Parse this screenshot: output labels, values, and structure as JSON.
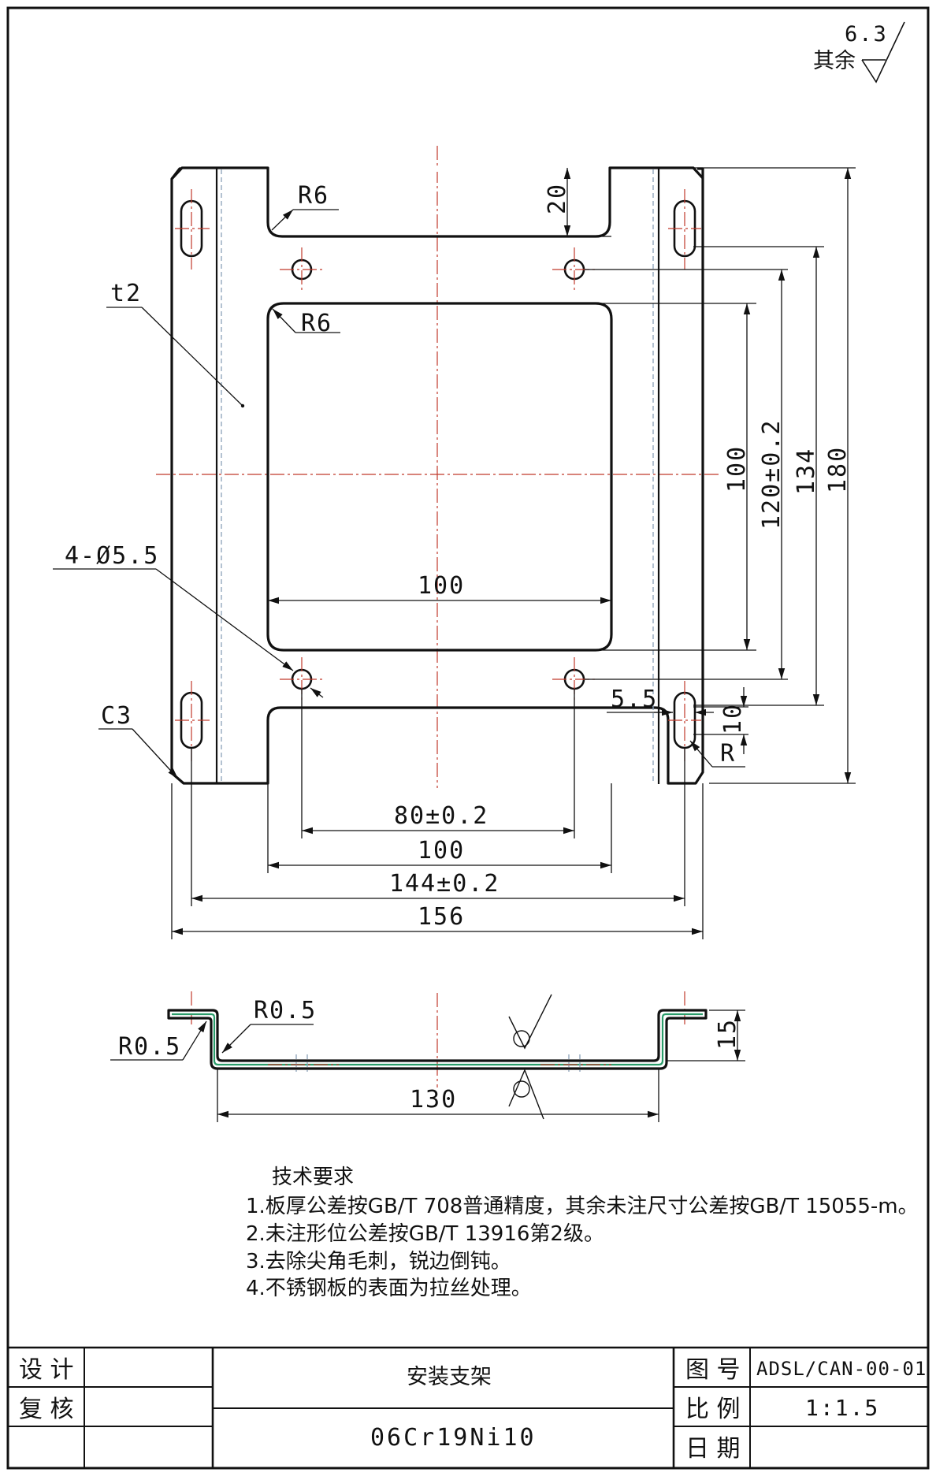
{
  "surface_finish": {
    "value": "6.3",
    "label": "其余"
  },
  "plan_view": {
    "labels": {
      "r6_top": "R6",
      "r6_window": "R6",
      "thickness": "t2",
      "holes": "4-Ø5.5",
      "chamfer": "C3",
      "r_slot": "R",
      "slot_width": "5.5"
    },
    "dims": {
      "tab_height": "20",
      "slot_length": "10",
      "window_width": "100",
      "window_height": "100",
      "hole_pitch_v": "120±0.2",
      "slot_pitch_v": "134",
      "overall_height": "180",
      "hole_pitch_h": "80±0.2",
      "tab_width": "100",
      "slot_pitch_h": "144±0.2",
      "overall_width": "156"
    }
  },
  "side_view": {
    "labels": {
      "r_outer": "R0.5",
      "r_inner": "R0.5"
    },
    "dims": {
      "inner_length": "130",
      "flange_height": "15"
    }
  },
  "tech_notes": {
    "title": "技术要求",
    "items": [
      "1.板厚公差按GB/T 708普通精度，其余未注尺寸公差按GB/T 15055-m。",
      "2.未注形位公差按GB/T 13916第2级。",
      "3.去除尖角毛刺，锐边倒钝。",
      "4.不锈钢板的表面为拉丝处理。"
    ]
  },
  "title_block": {
    "design_label": "设 计",
    "review_label": "复 核",
    "part_name": "安装支架",
    "material": "06Cr19Ni10",
    "drawing_no_label": "图 号",
    "drawing_no": "ADSL/CAN-00-01",
    "scale_label": "比 例",
    "scale": "1:1.5",
    "date_label": "日 期"
  }
}
